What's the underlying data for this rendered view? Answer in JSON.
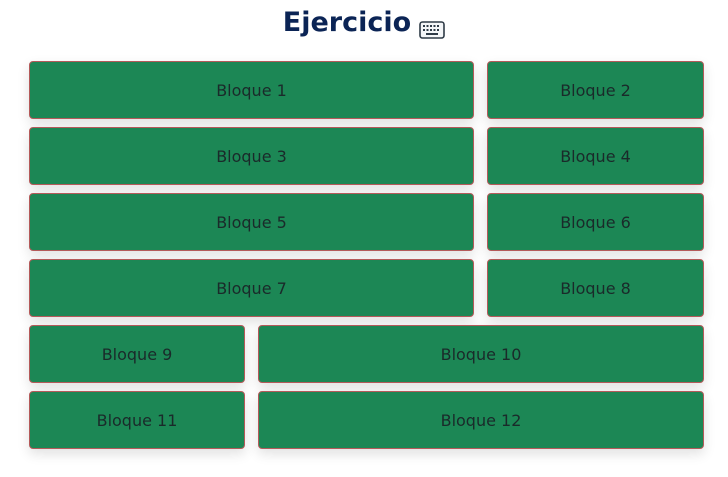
{
  "header": {
    "title": "Ejercicio",
    "icon": "keyboard-icon"
  },
  "colors": {
    "title": "#0b2455",
    "block_background": "#1c8755",
    "block_border": "#b45a5a",
    "block_text": "#1a2a2a"
  },
  "blocks": [
    {
      "label": "Bloque 1"
    },
    {
      "label": "Bloque 2"
    },
    {
      "label": "Bloque 3"
    },
    {
      "label": "Bloque 4"
    },
    {
      "label": "Bloque 5"
    },
    {
      "label": "Bloque 6"
    },
    {
      "label": "Bloque 7"
    },
    {
      "label": "Bloque 8"
    },
    {
      "label": "Bloque 9"
    },
    {
      "label": "Bloque 10"
    },
    {
      "label": "Bloque 11"
    },
    {
      "label": "Bloque 12"
    }
  ]
}
